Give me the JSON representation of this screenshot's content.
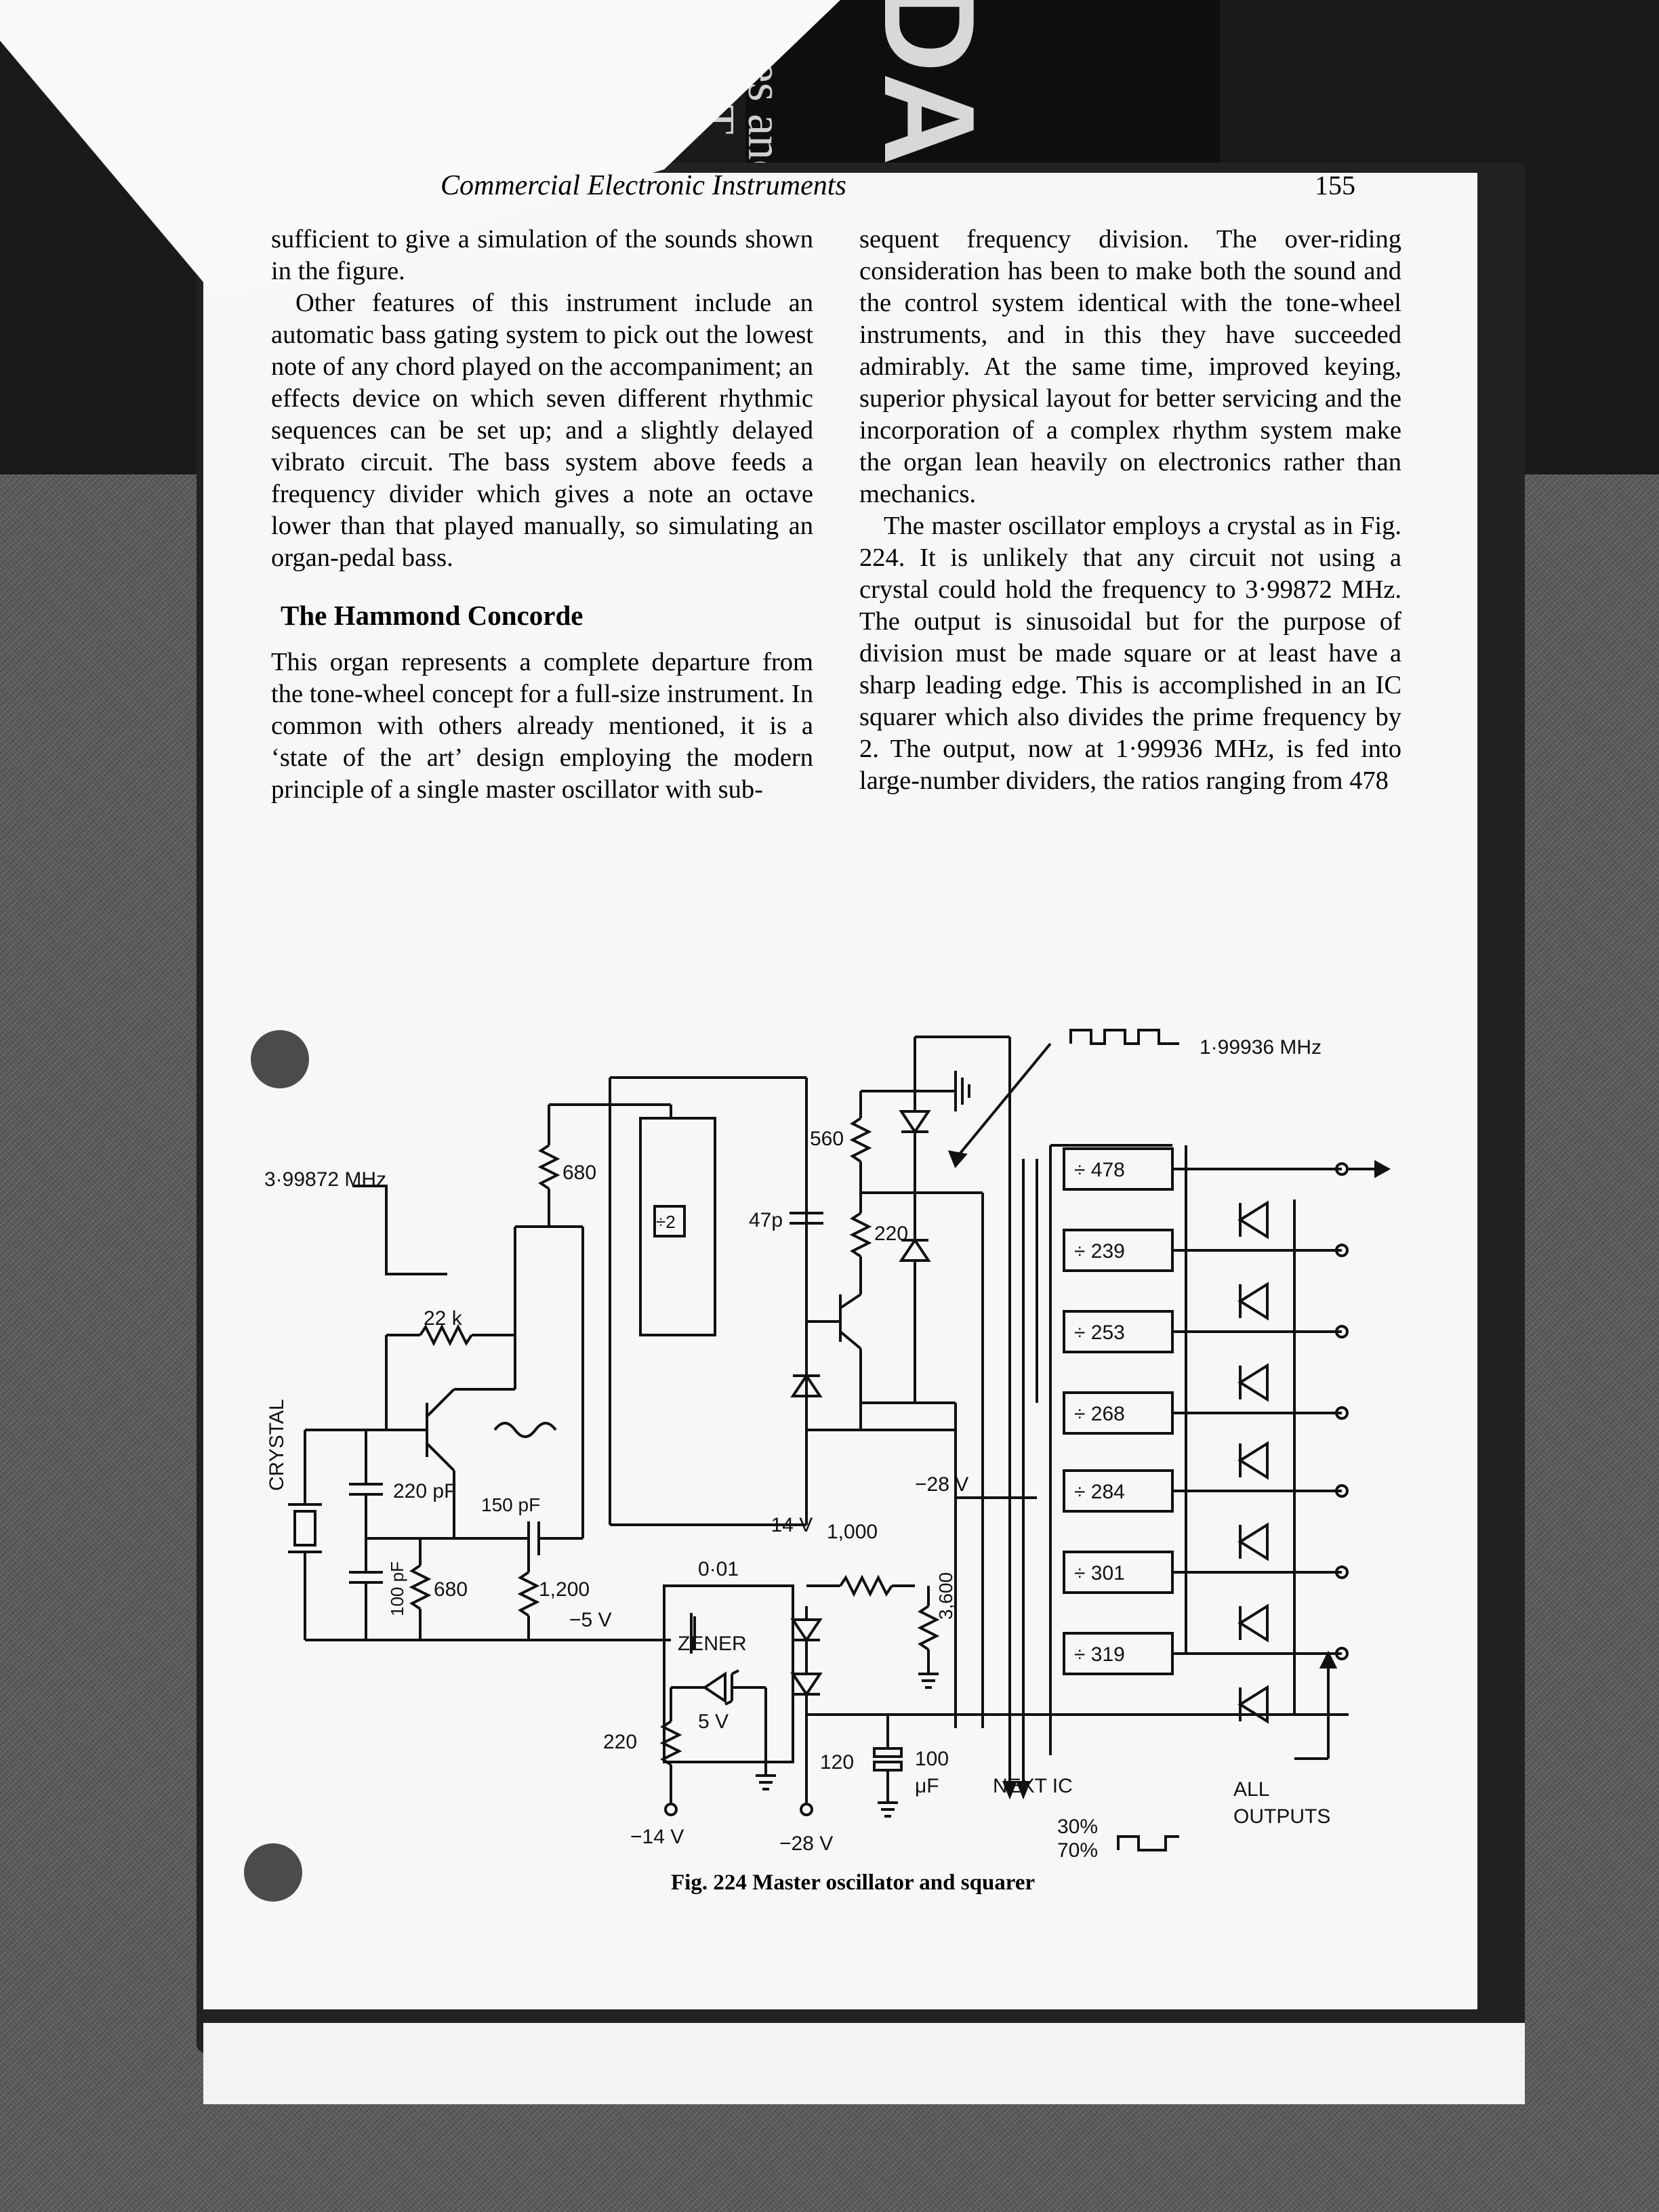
{
  "running_head": "Commercial Electronic Instruments",
  "page_number": "155",
  "left_column": {
    "para_1": "sufficient to give a simulation of the sounds shown in the figure.",
    "para_2": "Other features of this instrument include an automatic bass gating system to pick out the lowest note of any chord played on the accompaniment; an effects device on which seven different rhythmic sequences can be set up; and a slightly delayed vibrato circuit. The bass system above feeds a frequency divider which gives a note an octave lower than that played manually, so simulating an organ-pedal bass.",
    "heading": "The Hammond Concorde",
    "para_3": "This organ represents a complete departure from the tone-wheel concept for a full-size instrument. In common with others already mentioned, it is a ‘state of the art’ design employing the modern principle of a single master oscillator with sub-"
  },
  "right_column": {
    "para_1": "sequent frequency division. The over-riding consideration has been to make both the sound and the control system identical with the tone-wheel instruments, and in this they have succeeded admirably. At the same time, improved keying, superior physical layout for better servicing and the incorporation of a complex rhythm system make the organ lean heavily on electronics rather than mechanics.",
    "para_2": "The master oscillator employs a crystal as in Fig. 224. It is unlikely that any circuit not using a crystal could hold the frequency to 3·99872 MHz. The output is sinusoidal but for the purpose of division must be made square or at least have a sharp leading edge. This is accomplished in an IC squarer which also divides the prime frequency by 2. The output, now at 1·99936 MHz, is fed into large-number dividers, the ratios ranging from 478"
  },
  "figure": {
    "caption": "Fig. 224 Master oscillator and squarer",
    "labels": {
      "freq_in": "3·99872 MHz",
      "freq_out": "1·99936 MHz",
      "r_680_top": "680",
      "r_22k": "22 k",
      "r_560": "560",
      "r_220_mid": "220",
      "c_47p": "47p",
      "div2": "÷2",
      "crystal": "CRYSTAL",
      "c_220pf": "220 pF",
      "c_150pf": "150 pF",
      "c_100pf": "100 pF",
      "r_680_low": "680",
      "r_1200": "1,200",
      "v_minus5": "−5 V",
      "v_minus14_top": "−14 V",
      "r_1000": "1,000",
      "c_001": "0·01",
      "zener": "ZENER",
      "zener_v": "5 V",
      "r_220_low": "220",
      "v_minus14_bottom": "−14 V",
      "r_3600": "3,600",
      "v_minus28_mid": "−28 V",
      "r_120": "120",
      "v_minus28_bottom": "−28 V",
      "c_100uf": "100",
      "c_100uf_unit": "μF",
      "next_ic": "NEXT IC",
      "all_outputs_1": "ALL",
      "all_outputs_2": "OUTPUTS",
      "duty_30": "30%",
      "duty_70": "70%",
      "dividers": [
        "÷ 478",
        "÷ 239",
        "÷ 253",
        "÷ 268",
        "÷ 284",
        "÷ 301",
        "÷ 319"
      ]
    }
  },
  "background": {
    "book_spine_1": "ories and",
    "book_spine_2": "ge T",
    "book_cover_letters": "DA"
  }
}
